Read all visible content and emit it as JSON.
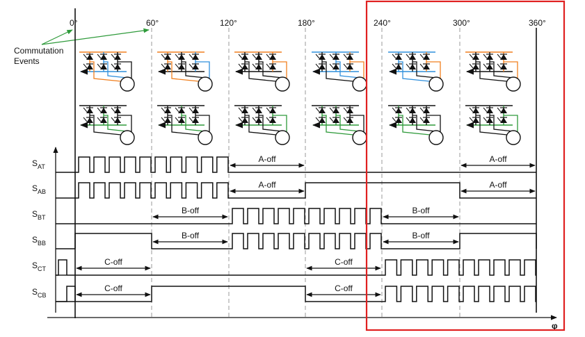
{
  "annotation": {
    "line1": "Commutation",
    "line2": "Events"
  },
  "angles": [
    "0°",
    "60°",
    "120°",
    "180°",
    "240°",
    "300°",
    "360°"
  ],
  "phi": "φ",
  "signals": [
    {
      "main": "S",
      "sub": "AT",
      "levels": [
        "pwm",
        "pwm",
        "low",
        "low",
        "low",
        "low"
      ]
    },
    {
      "main": "S",
      "sub": "AB",
      "levels": [
        "pwm",
        "pwm",
        "low",
        "high",
        "high",
        "low"
      ]
    },
    {
      "main": "S",
      "sub": "BT",
      "levels": [
        "low",
        "low",
        "pwm",
        "pwm",
        "low",
        "low"
      ]
    },
    {
      "main": "S",
      "sub": "BB",
      "levels": [
        "high",
        "low",
        "pwm",
        "pwm",
        "low",
        "high"
      ]
    },
    {
      "main": "S",
      "sub": "CT",
      "levels": [
        "low",
        "low",
        "low",
        "low",
        "pwm",
        "pwm"
      ]
    },
    {
      "main": "S",
      "sub": "CB",
      "levels": [
        "low",
        "high",
        "high",
        "low",
        "pwm",
        "pwm"
      ]
    }
  ],
  "off_labels": [
    {
      "row": 0,
      "from": 2,
      "to": 3,
      "text": "A-off"
    },
    {
      "row": 0,
      "from": 5,
      "to": 6,
      "text": "A-off"
    },
    {
      "row": 1,
      "from": 2,
      "to": 3,
      "text": "A-off"
    },
    {
      "row": 1,
      "from": 5,
      "to": 6,
      "text": "A-off"
    },
    {
      "row": 2,
      "from": 1,
      "to": 2,
      "text": "B-off"
    },
    {
      "row": 2,
      "from": 4,
      "to": 5,
      "text": "B-off"
    },
    {
      "row": 3,
      "from": 1,
      "to": 2,
      "text": "B-off"
    },
    {
      "row": 3,
      "from": 4,
      "to": 5,
      "text": "B-off"
    },
    {
      "row": 4,
      "from": 0,
      "to": 1,
      "text": "C-off"
    },
    {
      "row": 4,
      "from": 3,
      "to": 4,
      "text": "C-off"
    },
    {
      "row": 5,
      "from": 0,
      "to": 1,
      "text": "C-off"
    },
    {
      "row": 5,
      "from": 3,
      "to": 4,
      "text": "C-off"
    }
  ],
  "colors": {
    "phase_a": "#f07f1e",
    "phase_b": "#2f8fdc",
    "phase_c": "#2e9a3a",
    "arrow": "#2e9a3a",
    "highlight": "#e02020",
    "line": "#111111",
    "grid": "#9a9a9a"
  }
}
